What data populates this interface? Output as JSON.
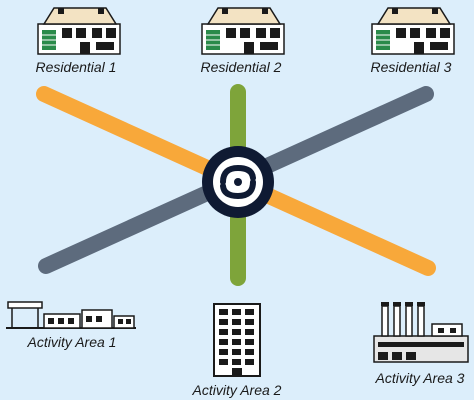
{
  "colors": {
    "background": "#dceefb",
    "orange_line": "#f8a83a",
    "green_line": "#7ea43a",
    "slate_line": "#5d6b7d",
    "hub": "#0f1a33"
  },
  "nodes": {
    "res1": {
      "label": "Residential 1",
      "icon": "house-icon"
    },
    "res2": {
      "label": "Residential 2",
      "icon": "house-icon"
    },
    "res3": {
      "label": "Residential 3",
      "icon": "house-icon"
    },
    "act1": {
      "label": "Activity Area 1",
      "icon": "shop-strip-icon"
    },
    "act2": {
      "label": "Activity Area 2",
      "icon": "office-tower-icon"
    },
    "act3": {
      "label": "Activity Area 3",
      "icon": "factory-icon"
    }
  },
  "hub": {
    "icon": "transit-hub-icon"
  }
}
